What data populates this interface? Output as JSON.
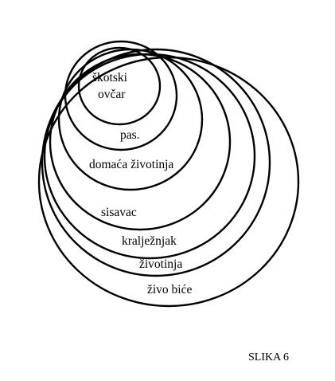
{
  "diagram": {
    "levels": [
      {
        "label": "živo biće"
      },
      {
        "label": "životinja"
      },
      {
        "label": "kralježnjak"
      },
      {
        "label": "sisavac"
      },
      {
        "label": "domaća životinja"
      },
      {
        "label": "pas."
      },
      {
        "label_line1": "škotski",
        "label_line2": "ovčar"
      }
    ]
  },
  "caption": "SLIKA 6"
}
